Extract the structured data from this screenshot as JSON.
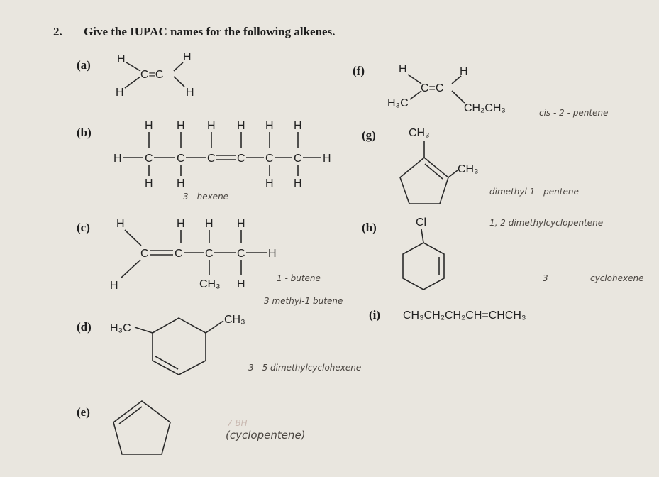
{
  "question": {
    "number": "2.",
    "prompt": "Give the IUPAC names for the following alkenes."
  },
  "items": {
    "a": {
      "label": "(a)",
      "atoms": [
        "H",
        "H",
        "C=C",
        "H",
        "H"
      ]
    },
    "b": {
      "label": "(b)",
      "answer": "3 - hexene"
    },
    "c": {
      "label": "(c)",
      "answer": "1 - butene",
      "answer2": "3 methyl-1 butene"
    },
    "d": {
      "label": "(d)",
      "left_group": "H₃C",
      "right_group": "CH₃",
      "answer": "3 - 5 dimethylcyclohexene"
    },
    "e": {
      "label": "(e)",
      "answer": "(cyclopentene)",
      "faint_note": "7 BH"
    },
    "f": {
      "label": "(f)",
      "answer": "cis - 2 - pentene",
      "atoms": [
        "H",
        "H",
        "C=C",
        "H₃C",
        "CH₂CH₃"
      ]
    },
    "g": {
      "label": "(g)",
      "group1": "CH₃",
      "group2": "CH₃",
      "answer": "dimethyl 1 - pentene"
    },
    "h": {
      "label": "(h)",
      "group": "Cl",
      "answer": "1, 2 dimethylcyclopentene",
      "answer_num": "3",
      "answer2": "cyclohexene"
    },
    "i": {
      "label": "(i)",
      "formula": "CH₃CH₂CH₂CH=CHCH₃"
    }
  }
}
